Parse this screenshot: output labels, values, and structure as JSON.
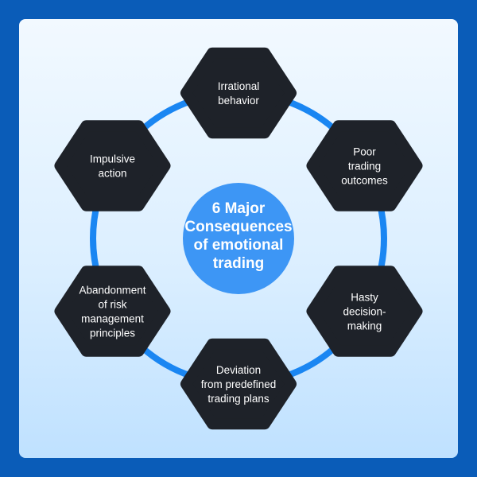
{
  "colors": {
    "frame": "#0a5cb8",
    "ring": "#1a86f2",
    "center": "#3d96f5",
    "hexagon": "#1e2229",
    "text": "#ffffff"
  },
  "center": {
    "lines": [
      "6 Major",
      "Consequences",
      "of emotional",
      "trading"
    ]
  },
  "nodes": [
    {
      "lines": [
        "Irrational",
        "behavior"
      ]
    },
    {
      "lines": [
        "Poor",
        "trading",
        "outcomes"
      ]
    },
    {
      "lines": [
        "Hasty",
        "decision-",
        "making"
      ]
    },
    {
      "lines": [
        "Deviation",
        "from predefined",
        "trading plans"
      ]
    },
    {
      "lines": [
        "Abandonment",
        "of risk",
        "management",
        "principles"
      ]
    },
    {
      "lines": [
        "Impulsive",
        "action"
      ]
    }
  ]
}
